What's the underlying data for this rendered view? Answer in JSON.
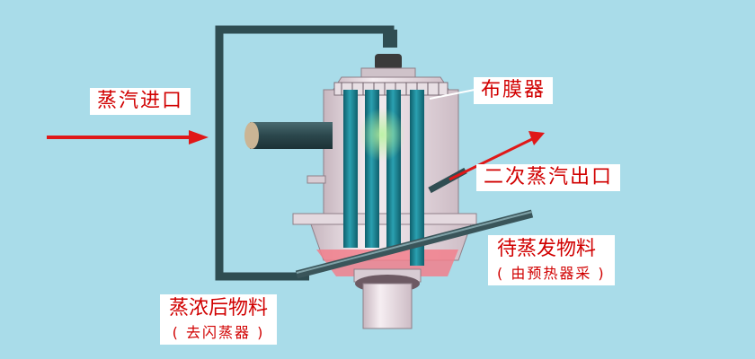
{
  "colors": {
    "background": "#a9dce9",
    "label_text": "#d10000",
    "arrow": "#e01818",
    "pipe": "#2f4d52",
    "tube": "#1a7f8f",
    "vessel": "#eadbe2"
  },
  "labels": {
    "steam_inlet": "蒸汽进口",
    "film_distributor": "布膜器",
    "secondary_steam_outlet": "二次蒸汽出口",
    "feed": {
      "main": "待蒸发物料",
      "sub": "( 由预热器采 )"
    },
    "product": {
      "main": "蒸浓后物料",
      "sub": "( 去闪蒸器 )"
    }
  }
}
